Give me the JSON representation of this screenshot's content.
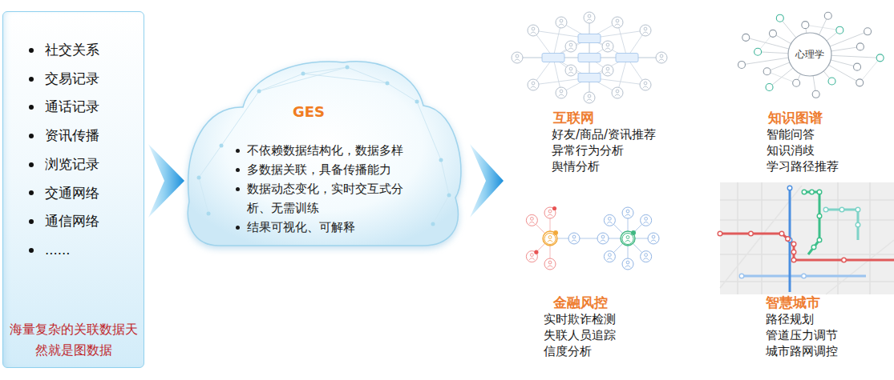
{
  "diagram": {
    "nodes": [
      {
        "text": [
          "社交关系",
          "交易记录",
          "通话记录",
          "资讯传播",
          "浏览记录",
          "交通网络",
          "通信网络",
          "......",
          "海量复杂的关联数据天然就是图数据"
        ]
      },
      {
        "text": [
          "GES",
          "不依赖数据结构化，数据多样",
          "多数据关联，具备传播能力",
          "数据动态变化，实时交互式分析、无需训练",
          "结果可视化、可解释"
        ]
      },
      {
        "text": [
          "互联网",
          "好友/商品/资讯推荐",
          "异常行为分析",
          "舆情分析"
        ]
      },
      {
        "text": [
          "知识图谱",
          "智能问答",
          "知识消歧",
          "学习路径推荐"
        ]
      },
      {
        "text": [
          "金融风控",
          "实时欺诈检测",
          "失联人员追踪",
          "信度分析"
        ]
      },
      {
        "text": [
          "智慧城市",
          "路径规划",
          "管道压力调节",
          "城市路网调控"
        ]
      }
    ],
    "edges": [
      {
        "from": 0,
        "to": 1,
        "arrow": "to"
      }
    ],
    "labels": [
      "心理学"
    ]
  }
}
